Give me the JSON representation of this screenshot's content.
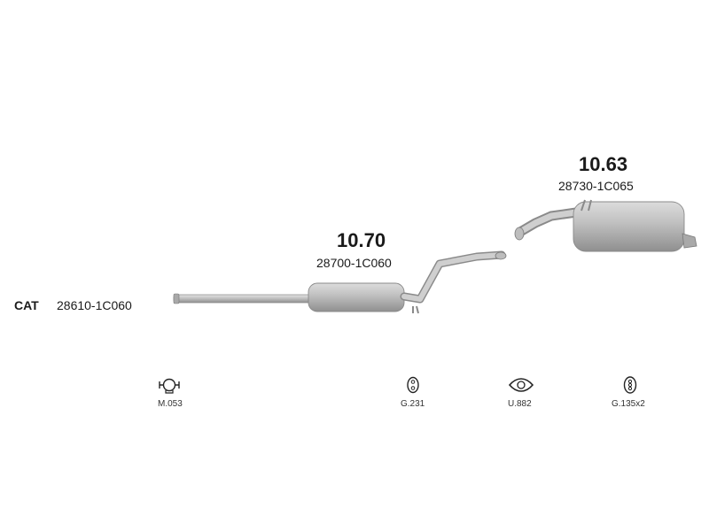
{
  "diagram": {
    "cat": {
      "label": "CAT",
      "code": "28610-1C060"
    },
    "parts": [
      {
        "number": "10.70",
        "code": "28700-1C060"
      },
      {
        "number": "10.63",
        "code": "28730-1C065"
      }
    ],
    "fittings": [
      {
        "label": "M.053",
        "icon": "clamp-icon"
      },
      {
        "label": "G.231",
        "icon": "rubber-hanger-icon"
      },
      {
        "label": "U.882",
        "icon": "gasket-icon"
      },
      {
        "label": "G.135x2",
        "icon": "rubber-mount-icon"
      }
    ],
    "colors": {
      "pipe": "#c4c4c4",
      "pipe_edge": "#8a8a8a",
      "muffler": "#b9b9b9"
    }
  }
}
